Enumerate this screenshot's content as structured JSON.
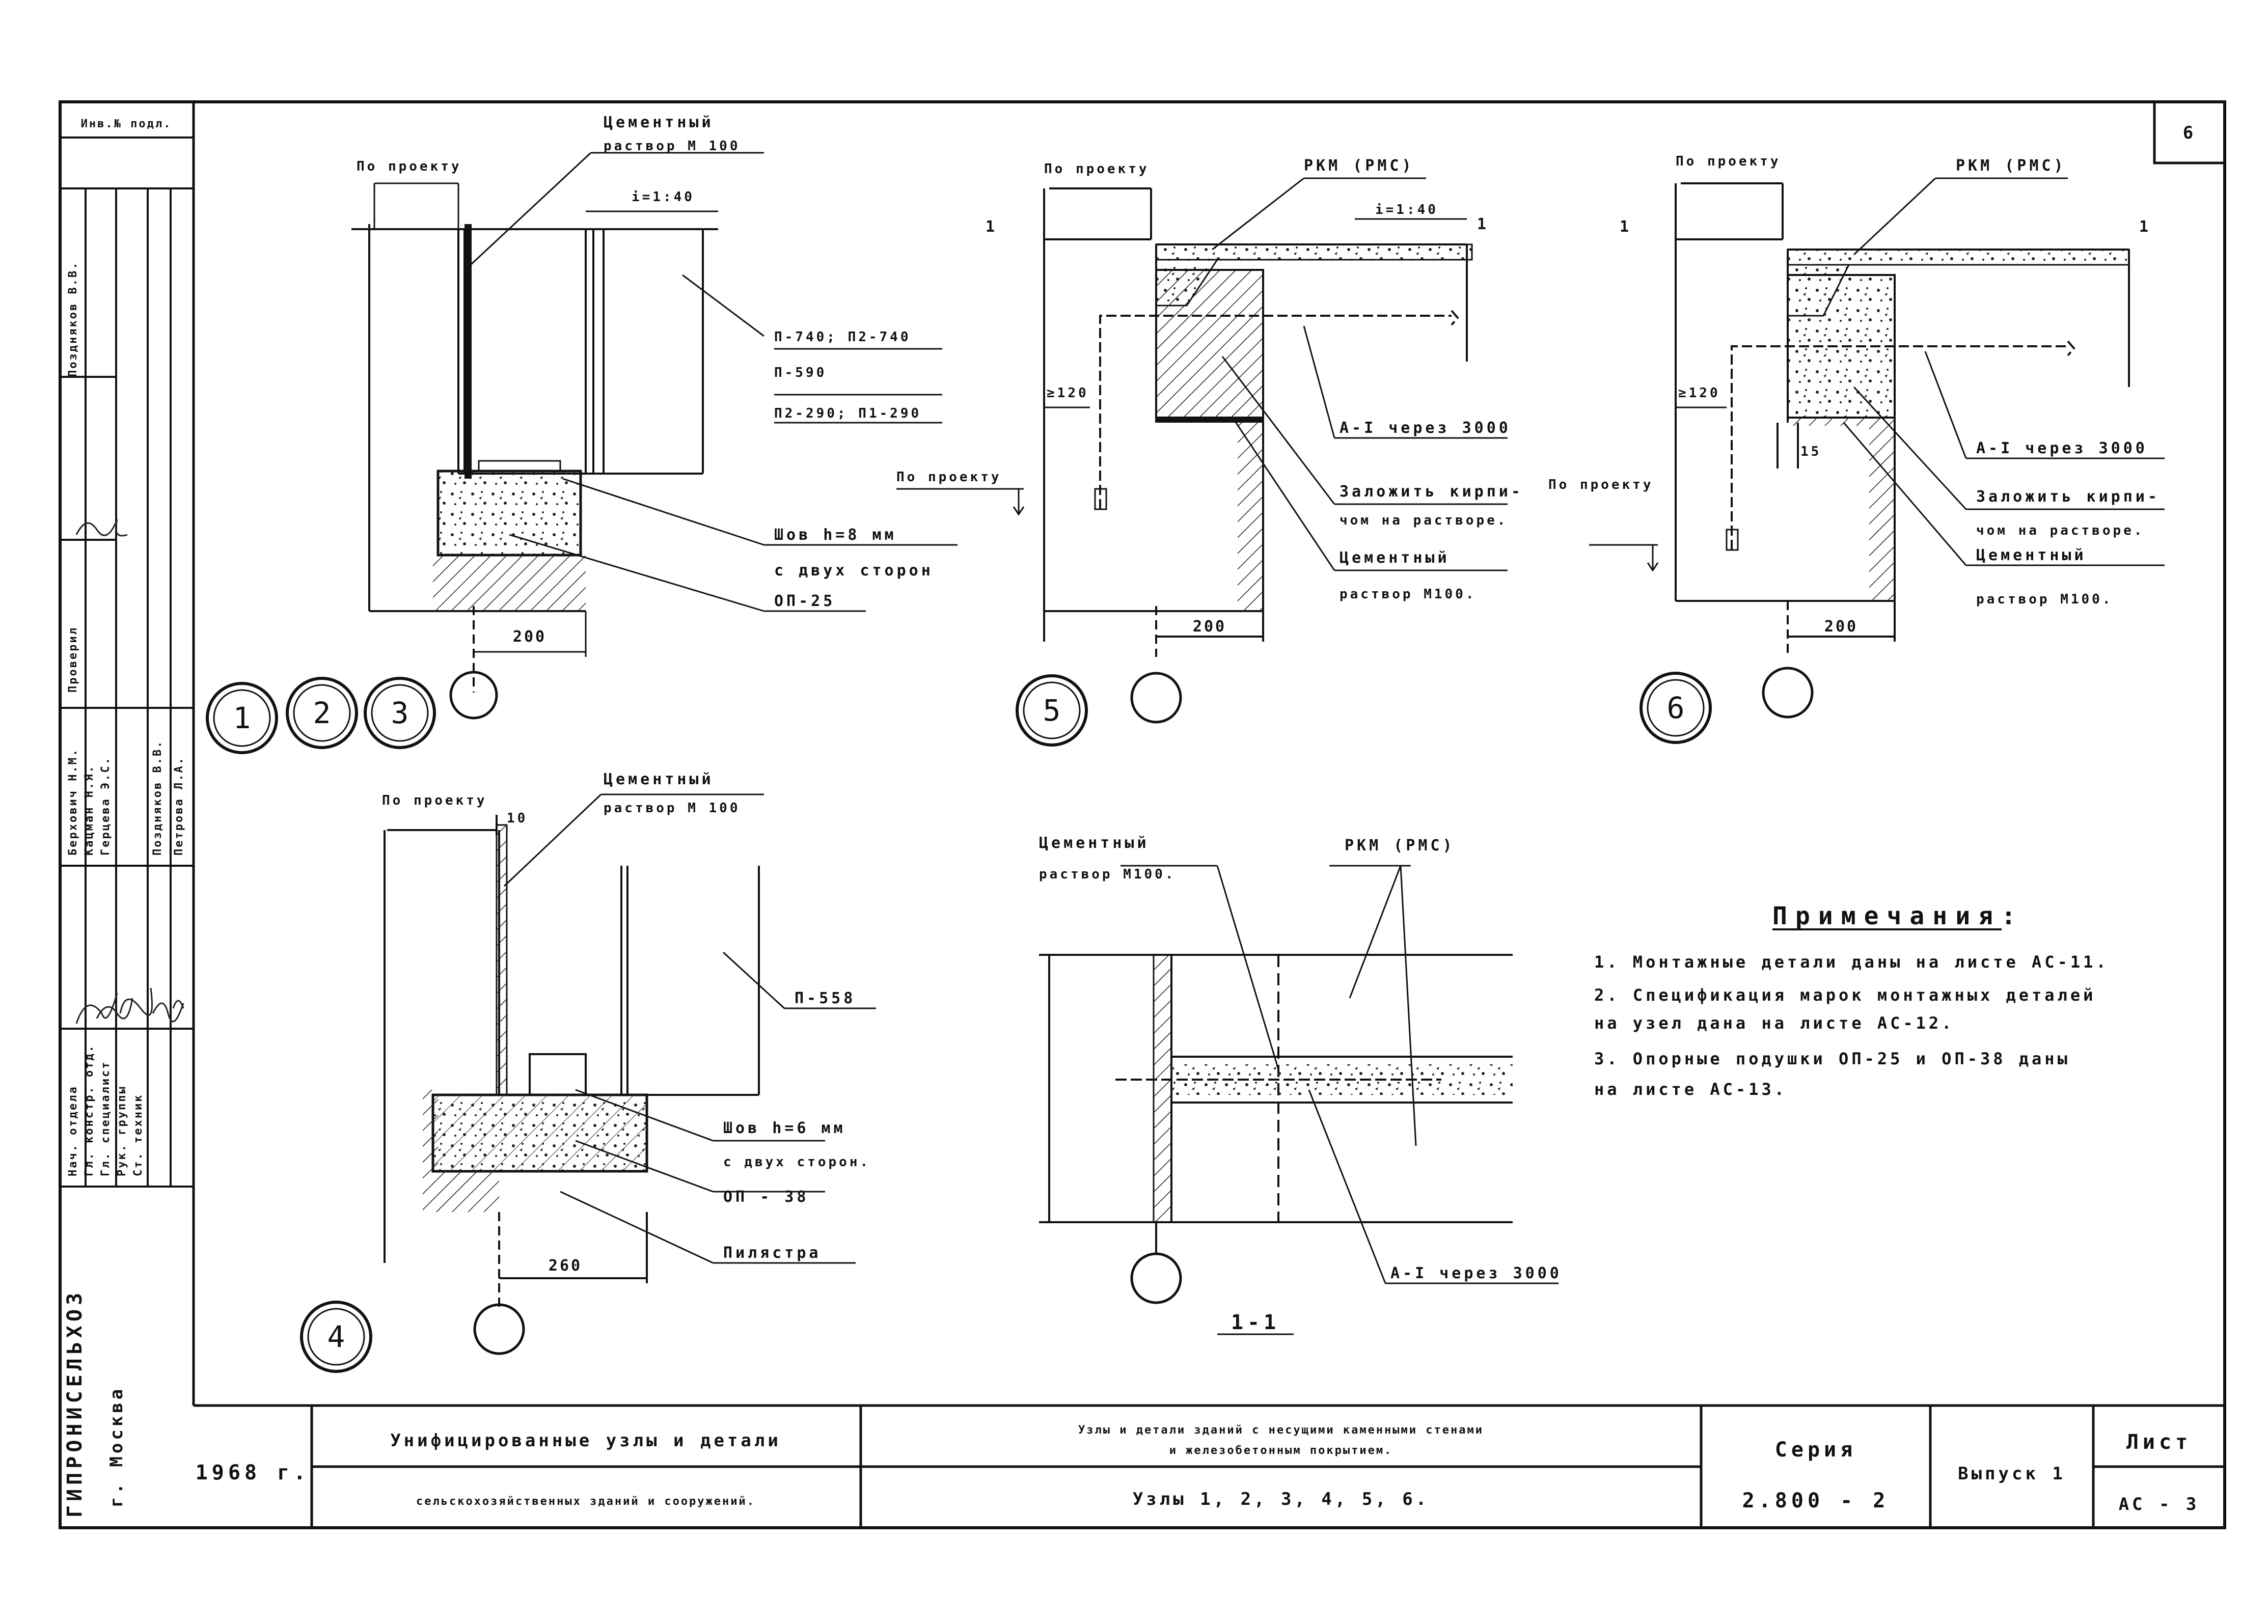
{
  "sheet_number": "6",
  "nodes": {
    "n1": {
      "cement": [
        "Цементный",
        "раствор М 100"
      ],
      "design": "По проекту",
      "slope": "i=1:40",
      "panels": [
        "П-740; П2-740",
        "П-590",
        "П2-290; П1-290"
      ],
      "seam": [
        "Шов h=8 мм",
        "с двух сторон"
      ],
      "pad": "ОП-25",
      "dim": "200"
    },
    "n5": {
      "design": "По проекту",
      "carpet": "РКМ (РМС)",
      "slope": "i=1:40",
      "section": "1",
      "height": "≥120",
      "bar": "А-I через 3000",
      "fill": [
        "Заложить кирпи-",
        "чом на растворе."
      ],
      "cement": [
        "Цементный",
        "раствор М100."
      ],
      "design2": "По проекту",
      "dim": "200"
    },
    "n6": {
      "design": "По проекту",
      "carpet": "РКМ (РМС)",
      "section": "1",
      "height": "≥120",
      "gap": "15",
      "bar": "А-I через 3000",
      "fill": [
        "Заложить кирпи-",
        "чом на растворе."
      ],
      "cement": [
        "Цементный",
        "раствор М100."
      ],
      "design2": "По проекту",
      "dim": "200"
    },
    "n4": {
      "design": "По проекту",
      "cement": [
        "Цементный",
        "раствор М 100"
      ],
      "gap": "10",
      "panel": "П-558",
      "seam": [
        "Шов h=6 мм",
        "с двух сторон."
      ],
      "pad": "ОП - 38",
      "plaster": "Пилястра",
      "dim": "260"
    },
    "s11": {
      "cement": [
        "Цементный",
        "раствор М100."
      ],
      "carpet": "РКМ (РМС)",
      "bar": "А-I через 3000",
      "title": "1-1"
    }
  },
  "circles": [
    "1",
    "2",
    "3",
    "5",
    "6",
    "4"
  ],
  "notes": {
    "title": "Примечания:",
    "items": [
      [
        "1. Монтажные детали даны на листе АС-11."
      ],
      [
        "2. Спецификация марок монтажных деталей",
        "на узел дана на листе АС-12."
      ],
      [
        "3. Опорные подушки ОП-25 и ОП-38 даны",
        "на листе АС-13."
      ]
    ]
  },
  "title_block": {
    "year": "1968 г.",
    "series_title": [
      "Унифицированные узлы и детали",
      "сельскохозяйственных зданий и сооружений."
    ],
    "sheet_title": [
      "Узлы и детали зданий с несущими каменными стенами",
      "и железобетонным покрытием."
    ],
    "sheet_subtitle": "Узлы 1, 2, 3, 4, 5, 6.",
    "series_label": "Серия",
    "series_value": "2.800 - 2",
    "issue": "Выпуск 1",
    "sheet_label": "Лист",
    "sheet_value": "АС - 3"
  },
  "side_block": {
    "inv": "Инв.№ подл.",
    "org": "ГИПРОНИСЕЛЬХОЗ",
    "city": "г. Москва",
    "roles": [
      "Нач. отдела",
      "Гл. констр. отд.",
      "Гл. специалист",
      "Рук. группы",
      "Ст. техник"
    ],
    "names": [
      "Берхович Н.М.",
      "Кацман Н.Я.",
      "Герцева Э.С.",
      "Поздняков В.В.",
      "Петрова Л.А."
    ],
    "check": "Проверил",
    "checker": "Поздняков В.В."
  }
}
